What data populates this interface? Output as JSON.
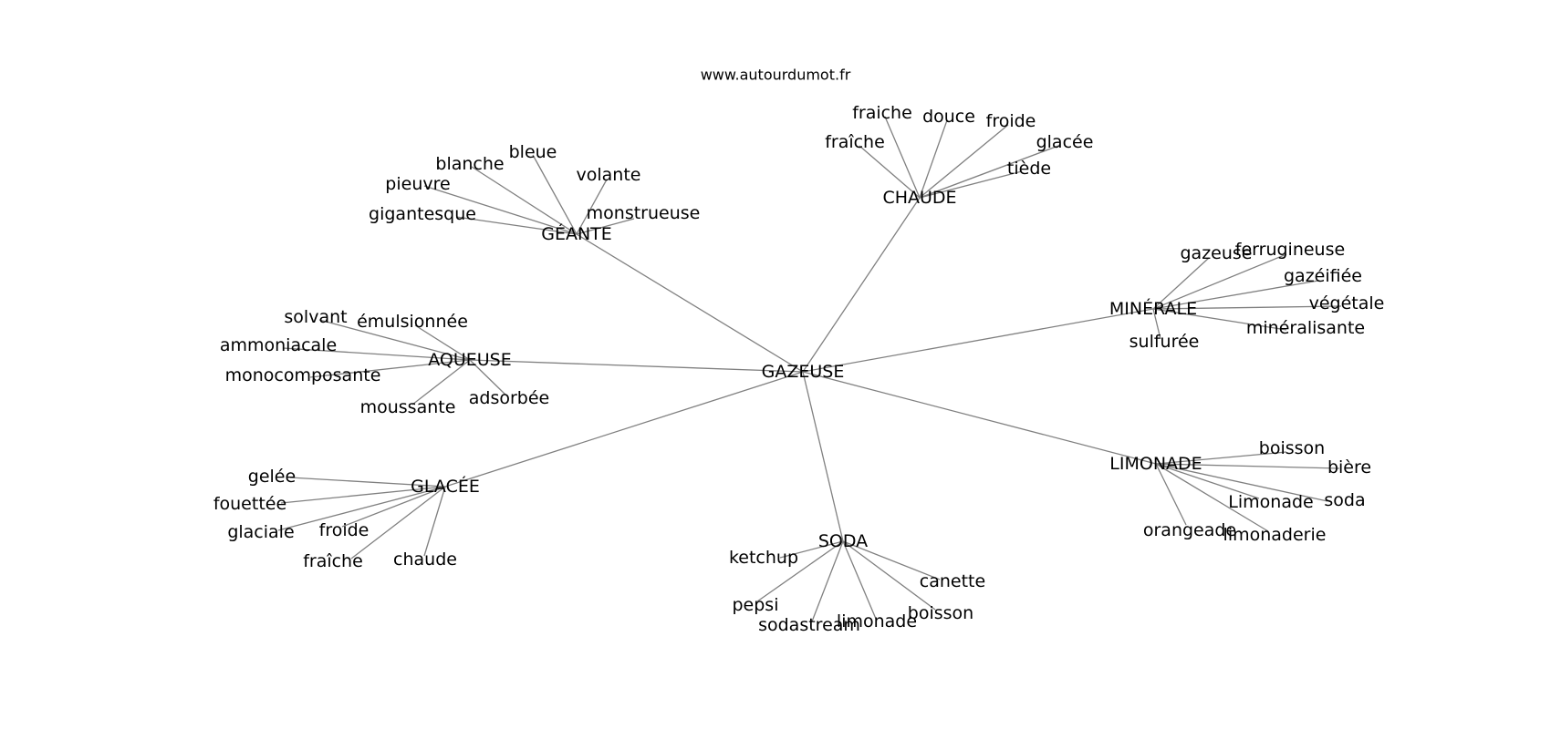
{
  "site_url": "www.autourdumot.fr",
  "graph": {
    "center": "GAZEUSE",
    "groups": [
      {
        "label": "GÉANTE",
        "words": [
          "bleue",
          "blanche",
          "pieuvre",
          "gigantesque",
          "volante",
          "monstrueuse"
        ]
      },
      {
        "label": "CHAUDE",
        "words": [
          "fraiche",
          "douce",
          "froide",
          "fraîche",
          "glacée",
          "tiède"
        ]
      },
      {
        "label": "MINÉRALE",
        "words": [
          "gazeuse",
          "ferrugineuse",
          "gazéifiée",
          "végétale",
          "minéralisante",
          "sulfurée"
        ]
      },
      {
        "label": "AQUEUSE",
        "words": [
          "solvant",
          "émulsionnée",
          "ammoniacale",
          "monocomposante",
          "moussante",
          "adsorbée"
        ]
      },
      {
        "label": "LIMONADE",
        "words": [
          "boisson",
          "bière",
          "Limonade",
          "soda",
          "orangeade",
          "limonaderie"
        ]
      },
      {
        "label": "GLACÉE",
        "words": [
          "gelée",
          "fouettée",
          "glaciale",
          "froide",
          "fraîche",
          "chaude"
        ]
      },
      {
        "label": "SODA",
        "words": [
          "ketchup",
          "pepsi",
          "sodastream",
          "limonade",
          "boisson",
          "canette"
        ]
      }
    ]
  }
}
